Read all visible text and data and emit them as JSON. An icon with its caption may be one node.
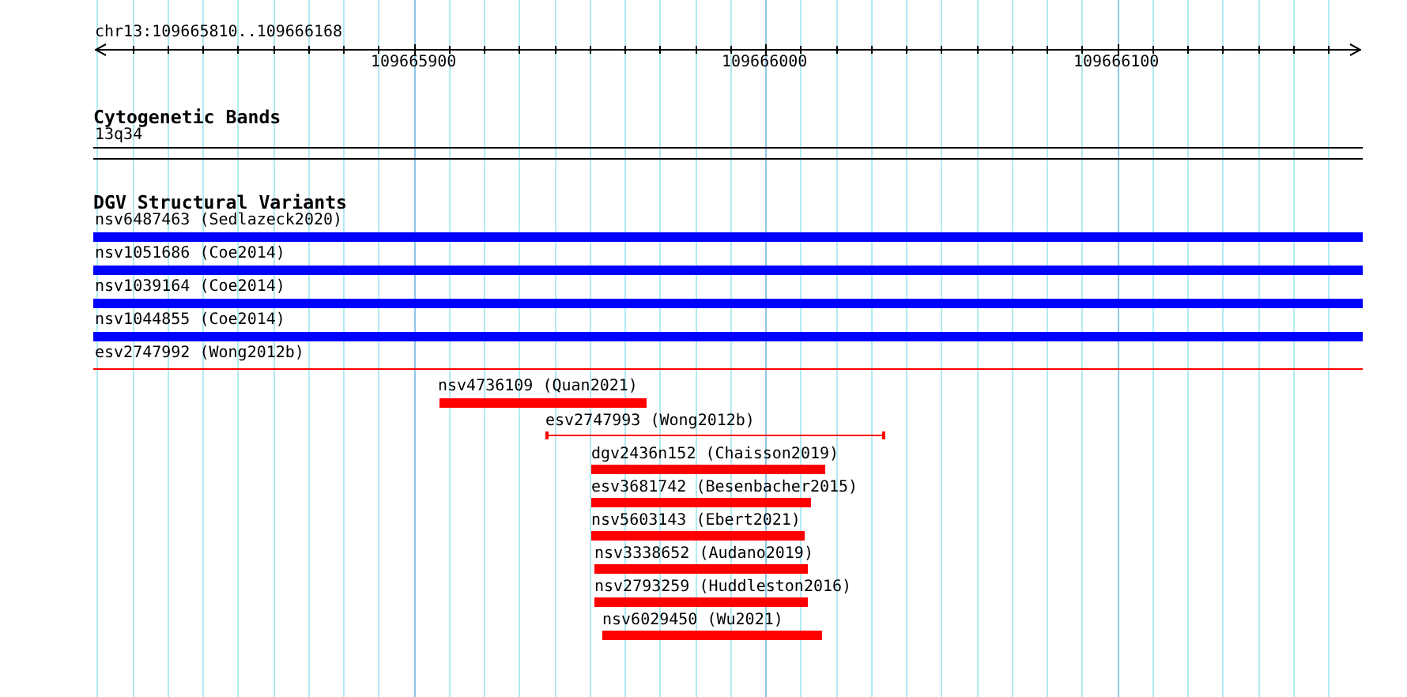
{
  "diagram": {
    "title": "chr13:109665810..109666168",
    "labels": [
      "109665900",
      "109666000",
      "109666100",
      "Cytogenetic Bands",
      "13q34",
      "DGV Structural Variants",
      "nsv6487463 (Sedlazeck2020)",
      "nsv1051686 (Coe2014)",
      "nsv1039164 (Coe2014)",
      "nsv1044855 (Coe2014)",
      "esv2747992 (Wong2012b)",
      "nsv4736109 (Quan2021)",
      "esv2747993 (Wong2012b)",
      "dgv2436n152 (Chaisson2019)",
      "esv3681742 (Besenbacher2015)",
      "nsv5603143 (Ebert2021)",
      "nsv3338652 (Audano2019)",
      "nsv2793259 (Huddleston2016)",
      "nsv6029450 (Wu2021)"
    ]
  }
}
